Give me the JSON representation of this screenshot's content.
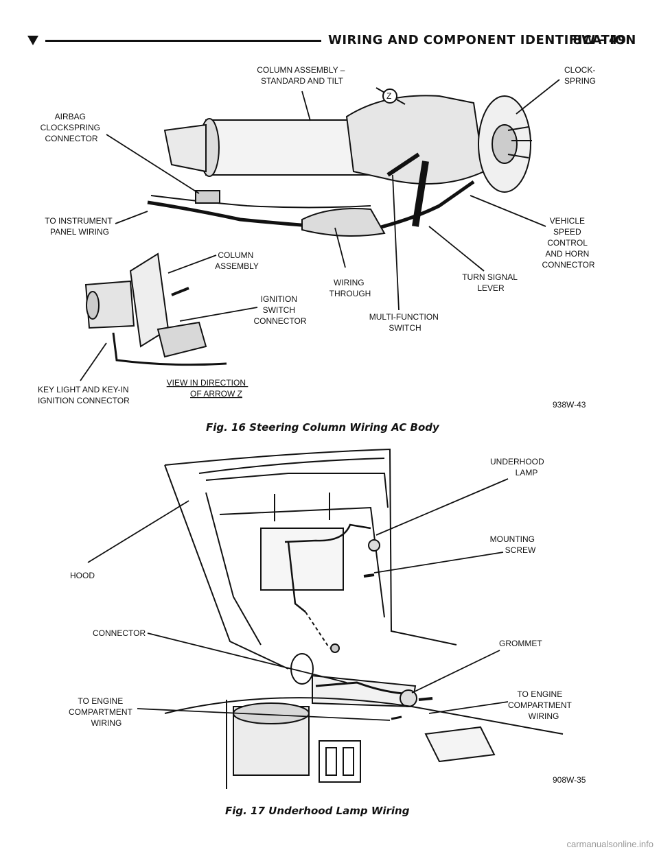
{
  "header": {
    "title": "WIRING AND COMPONENT IDENTIFICATION",
    "page_number": "8W - 49"
  },
  "figure16": {
    "caption": "Fig. 16 Steering Column Wiring AC Body",
    "code": "938W-43",
    "arrow_letter": "Z",
    "labels": {
      "column_assembly_std_tilt": [
        "COLUMN ASSEMBLY –",
        "STANDARD AND TILT"
      ],
      "clockspring": [
        "CLOCK-",
        "SPRING"
      ],
      "airbag_connector": [
        "AIRBAG",
        "CLOCKSPRING",
        "CONNECTOR"
      ],
      "instrument_panel_wiring": [
        "TO INSTRUMENT",
        "PANEL WIRING"
      ],
      "vehicle_speed_control": [
        "VEHICLE",
        "SPEED",
        "CONTROL",
        "AND HORN",
        "CONNECTOR"
      ],
      "column_assembly": [
        "COLUMN",
        "ASSEMBLY"
      ],
      "turn_signal_lever": [
        "TURN SIGNAL",
        "LEVER"
      ],
      "wiring_through": [
        "WIRING",
        "THROUGH"
      ],
      "ignition_switch_connector": [
        "IGNITION",
        "SWITCH",
        "CONNECTOR"
      ],
      "multi_function_switch": [
        "MULTI-FUNCTION",
        "SWITCH"
      ],
      "key_light_connector": [
        "KEY LIGHT AND KEY-IN",
        "IGNITION CONNECTOR"
      ],
      "view_direction": [
        "VIEW IN DIRECTION",
        "OF ARROW Z"
      ]
    }
  },
  "figure17": {
    "caption": "Fig. 17 Underhood Lamp Wiring",
    "code": "908W-35",
    "labels": {
      "underhood_lamp": [
        "UNDERHOOD",
        "LAMP"
      ],
      "mounting_screw": [
        "MOUNTING",
        "SCREW"
      ],
      "hood": [
        "HOOD"
      ],
      "connector": [
        "CONNECTOR"
      ],
      "grommet": [
        "GROMMET"
      ],
      "engine_wiring_left": [
        "TO ENGINE",
        "COMPARTMENT",
        "WIRING"
      ],
      "engine_wiring_right": [
        "TO ENGINE",
        "COMPARTMENT",
        "WIRING"
      ]
    }
  },
  "watermark": "carmanualsonline.info"
}
